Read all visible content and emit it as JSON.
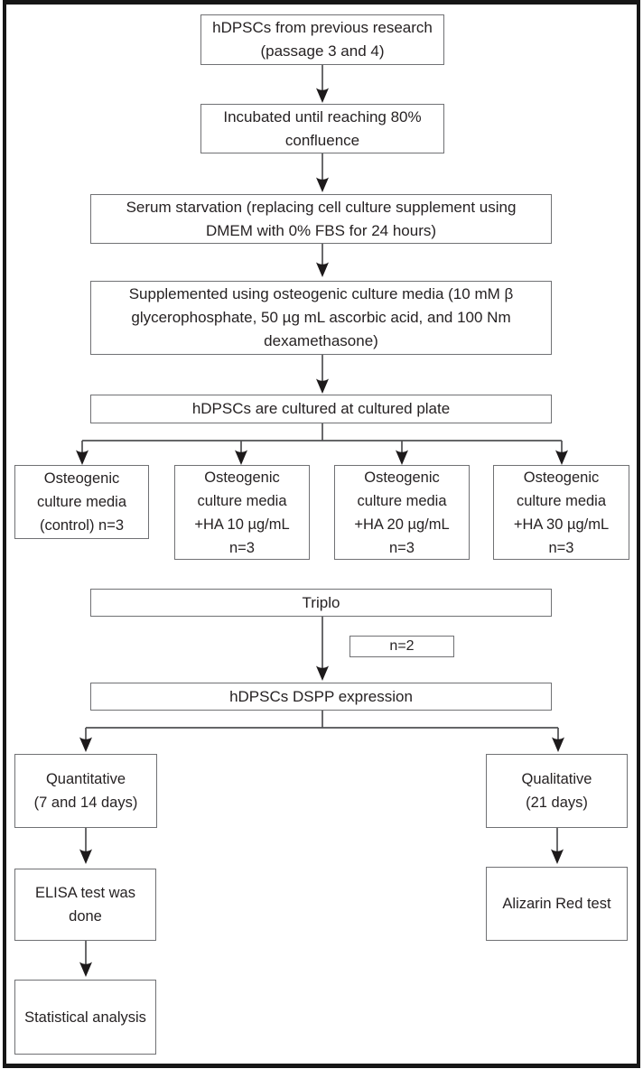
{
  "figure": {
    "type": "flowchart",
    "colors": {
      "background": "#ffffff",
      "frame": "#161616",
      "box_border": "#707174",
      "connector_line": "#4f5052",
      "arrowhead": "#1d1a1b",
      "text": "#262223"
    },
    "nodes": {
      "source": {
        "lines": [
          "hDPSCs from previous research",
          "(passage 3 and 4)"
        ]
      },
      "incubated": {
        "lines": [
          "Incubated until reaching 80%",
          "confluence"
        ]
      },
      "starvation": {
        "lines": [
          "Serum starvation (replacing cell culture supplement using",
          "DMEM with 0% FBS for 24 hours)"
        ]
      },
      "supplemented": {
        "lines": [
          "Supplemented using osteogenic culture media (10 mM β",
          "glycerophosphate, 50 µg mL ascorbic acid, and 100 Nm",
          "dexamethasone)"
        ]
      },
      "plate": {
        "lines": [
          "hDPSCs are cultured at cultured plate"
        ]
      },
      "control": {
        "lines": [
          "Osteogenic",
          "culture media",
          "(control) n=3"
        ]
      },
      "ha10": {
        "lines": [
          "Osteogenic",
          "culture media",
          "+HA 10 µg/mL",
          "n=3"
        ]
      },
      "ha20": {
        "lines": [
          "Osteogenic",
          "culture media",
          "+HA 20 µg/mL",
          "n=3"
        ]
      },
      "ha30": {
        "lines": [
          "Osteogenic",
          "culture media",
          "+HA 30 µg/mL",
          "n=3"
        ]
      },
      "triplo": {
        "lines": [
          "Triplo"
        ]
      },
      "n2": {
        "lines": [
          "n=2"
        ]
      },
      "dspp": {
        "lines": [
          "hDPSCs DSPP expression"
        ]
      },
      "quantitative": {
        "lines": [
          "Quantitative",
          "(7 and 14 days)"
        ]
      },
      "qualitative": {
        "lines": [
          "Qualitative",
          "(21 days)"
        ]
      },
      "elisa": {
        "lines": [
          "ELISA test was",
          "done"
        ]
      },
      "alizarin": {
        "lines": [
          "Alizarin Red test"
        ]
      },
      "statistical": {
        "lines": [
          "Statistical analysis"
        ]
      }
    },
    "edges": [
      {
        "from": "source",
        "to": "incubated"
      },
      {
        "from": "incubated",
        "to": "starvation"
      },
      {
        "from": "starvation",
        "to": "supplemented"
      },
      {
        "from": "supplemented",
        "to": "plate"
      },
      {
        "from": "plate",
        "to": "control"
      },
      {
        "from": "plate",
        "to": "ha10"
      },
      {
        "from": "plate",
        "to": "ha20"
      },
      {
        "from": "plate",
        "to": "ha30"
      },
      {
        "from": "triplo",
        "to": "dspp"
      },
      {
        "from": "dspp",
        "to": "quantitative"
      },
      {
        "from": "dspp",
        "to": "qualitative"
      },
      {
        "from": "quantitative",
        "to": "elisa"
      },
      {
        "from": "qualitative",
        "to": "alizarin"
      },
      {
        "from": "elisa",
        "to": "statistical"
      }
    ]
  }
}
